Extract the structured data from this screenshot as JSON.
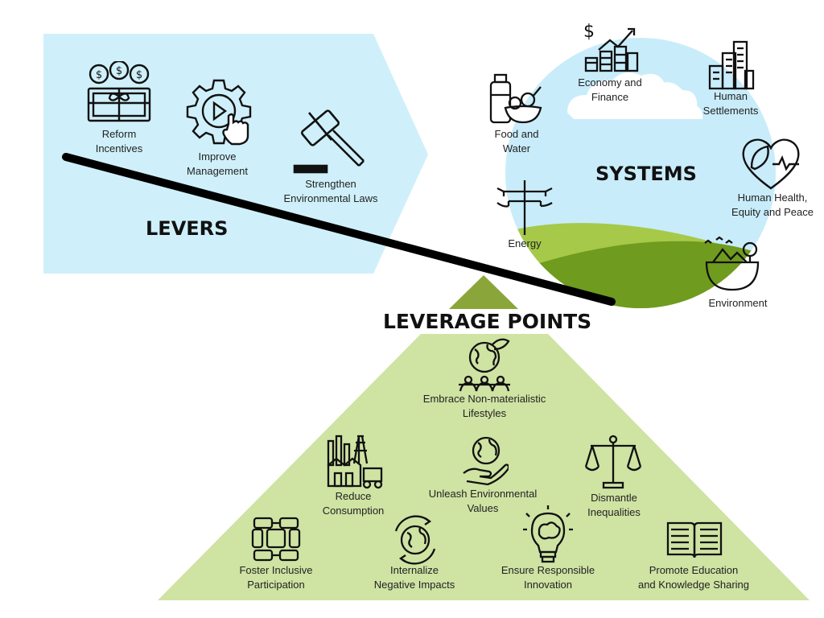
{
  "levers": {
    "title": "LEVERS",
    "items": [
      {
        "icon": "money-incentive-icon",
        "lines": [
          "Reform",
          "Incentives"
        ]
      },
      {
        "icon": "gear-play-icon",
        "lines": [
          "Improve",
          "Management"
        ]
      },
      {
        "icon": "gavel-icon",
        "lines": [
          "Strengthen",
          "Environmental Laws"
        ]
      }
    ]
  },
  "systems": {
    "title": "SYSTEMS",
    "items": [
      {
        "icon": "food-water-icon",
        "lines": [
          "Food and",
          "Water"
        ]
      },
      {
        "icon": "finance-growth-icon",
        "lines": [
          "Economy and",
          "Finance"
        ]
      },
      {
        "icon": "buildings-icon",
        "lines": [
          "Human",
          "Settlements"
        ]
      },
      {
        "icon": "heart-leaf-icon",
        "lines": [
          "Human Health,",
          "Equity and Peace"
        ]
      },
      {
        "icon": "power-pole-icon",
        "lines": [
          "Energy"
        ]
      },
      {
        "icon": "landscape-bowl-icon",
        "lines": [
          "Environment"
        ]
      }
    ]
  },
  "leverage_points": {
    "title": "LEVERAGE POINTS",
    "items": [
      {
        "icon": "globe-people-icon",
        "lines": [
          "Embrace Non-materialistic",
          "Lifestyles"
        ]
      },
      {
        "icon": "industry-icon",
        "lines": [
          "Reduce",
          "Consumption"
        ]
      },
      {
        "icon": "hand-globe-icon",
        "lines": [
          "Unleash Environmental",
          "Values"
        ]
      },
      {
        "icon": "scales-icon",
        "lines": [
          "Dismantle",
          "Inequalities"
        ]
      },
      {
        "icon": "hands-puzzle-icon",
        "lines": [
          "Foster Inclusive",
          "Participation"
        ]
      },
      {
        "icon": "globe-cycle-icon",
        "lines": [
          "Internalize",
          "Negative Impacts"
        ]
      },
      {
        "icon": "lightbulb-brain-icon",
        "lines": [
          "Ensure Responsible",
          "Innovation"
        ]
      },
      {
        "icon": "open-book-icon",
        "lines": [
          "Promote Education",
          "and Knowledge Sharing"
        ]
      }
    ]
  },
  "colors": {
    "levers_bg": "#cff0fa",
    "pyramid_bg": "#cfe3a3",
    "fulcrum": "#8aa63a",
    "sky": "#c8ecfa",
    "hill_light": "#a6c94a",
    "hill_dark": "#6f9b1e",
    "lever_bar": "#000000"
  }
}
